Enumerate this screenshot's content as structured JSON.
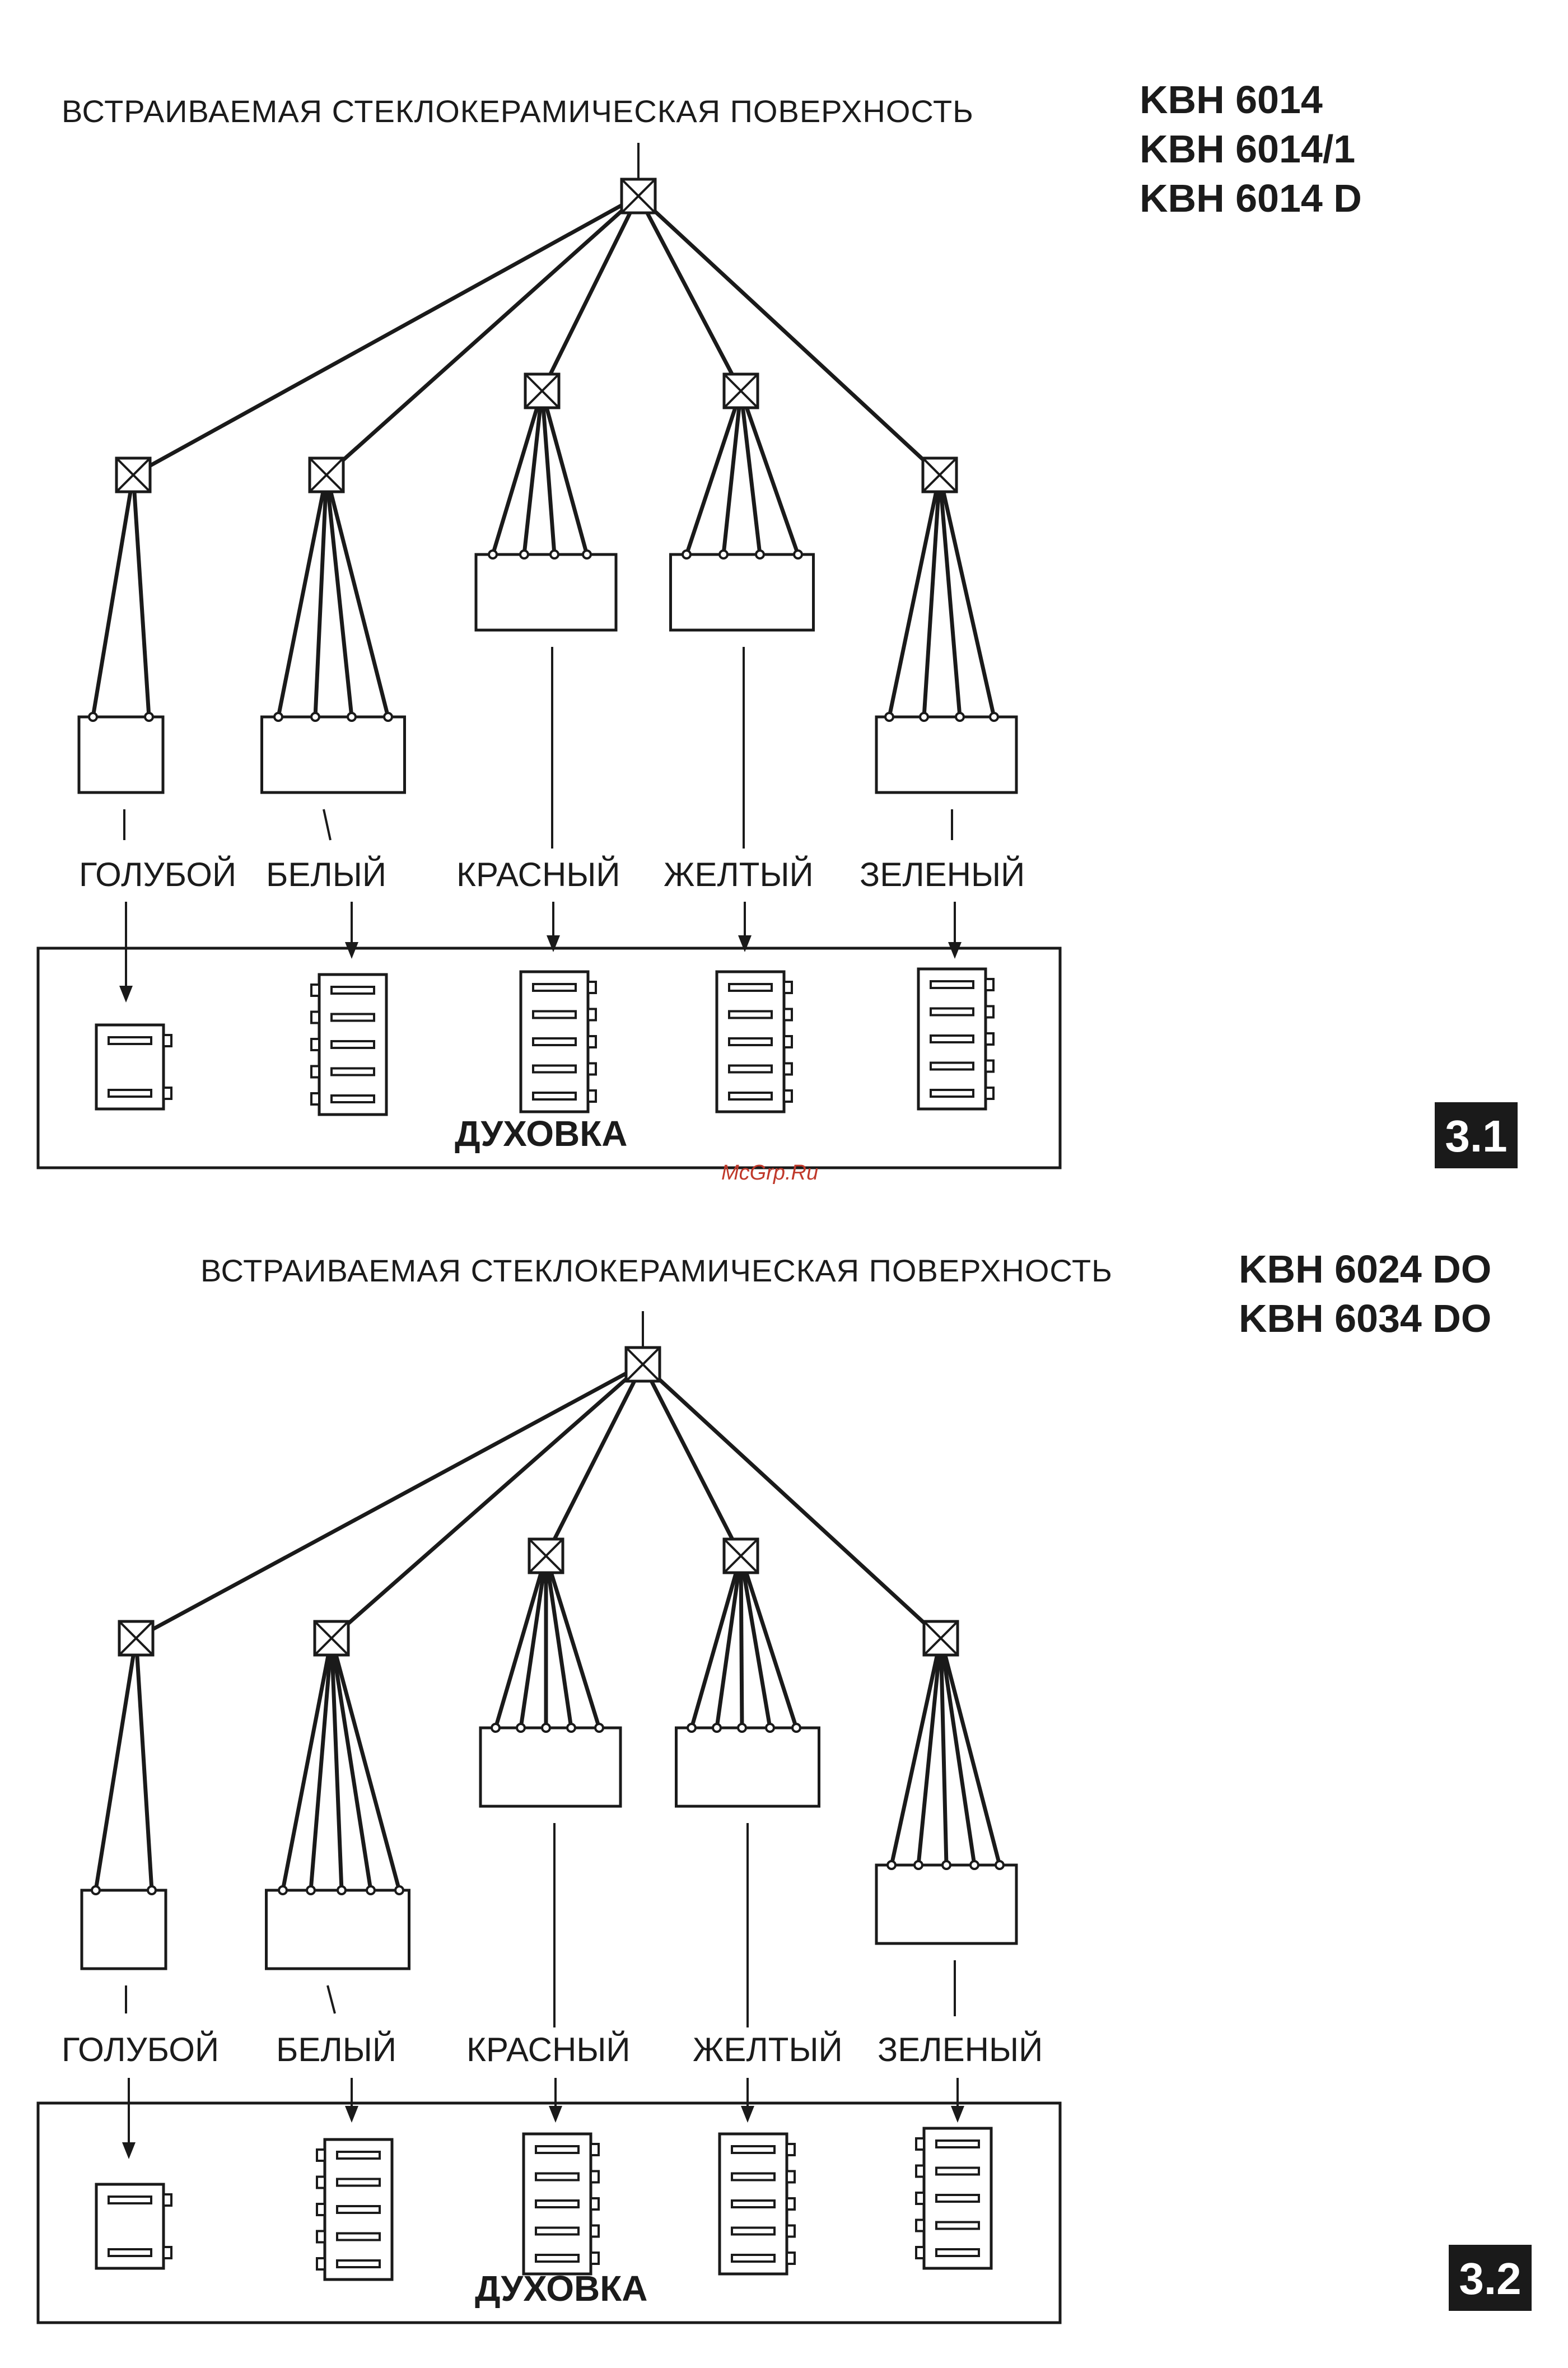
{
  "watermark": "McGrp.Ru",
  "diagrams": [
    {
      "header": "ВСТРАИВАЕМАЯ СТЕКЛОКЕРАМИЧЕСКАЯ ПОВЕРХНОСТЬ",
      "models": [
        "KBH 6014",
        "KBH 6014/1",
        "KBH 6014 D"
      ],
      "colors": [
        "ГОЛУБОЙ",
        "БЕЛЫЙ",
        "КРАСНЫЙ",
        "ЖЕЛТЫЙ",
        "ЗЕЛЕНЫЙ"
      ],
      "oven_label": "ДУХОВКА",
      "badge": "3.1"
    },
    {
      "header": "ВСТРАИВАЕМАЯ СТЕКЛОКЕРАМИЧЕСКАЯ ПОВЕРХНОСТЬ",
      "models": [
        "KBH 6024 DO",
        "KBH 6034 DO"
      ],
      "colors": [
        "ГОЛУБОЙ",
        "БЕЛЫЙ",
        "КРАСНЫЙ",
        "ЖЕЛТЫЙ",
        "ЗЕЛЕНЫЙ"
      ],
      "oven_label": "ДУХОВКА",
      "badge": "3.2"
    }
  ]
}
